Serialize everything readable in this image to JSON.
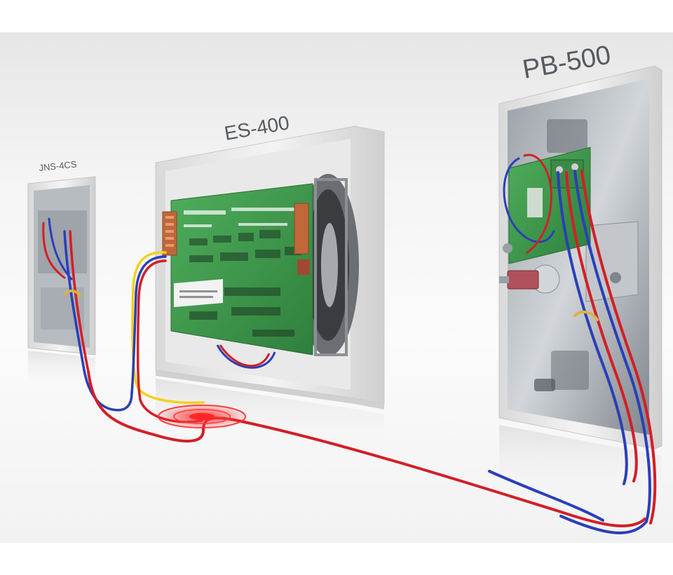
{
  "labels": {
    "left_device": "JNS-4CS",
    "center_device": "ES-400",
    "right_device": "PB-500"
  },
  "colors": {
    "wire_red": "#d21f26",
    "wire_blue": "#2a3fb8",
    "wire_yellow": "#f2d21a",
    "pcb_green": "#3f9a4d",
    "connector_orange": "#c0673a",
    "highlight_red": "#ff2a2a"
  }
}
